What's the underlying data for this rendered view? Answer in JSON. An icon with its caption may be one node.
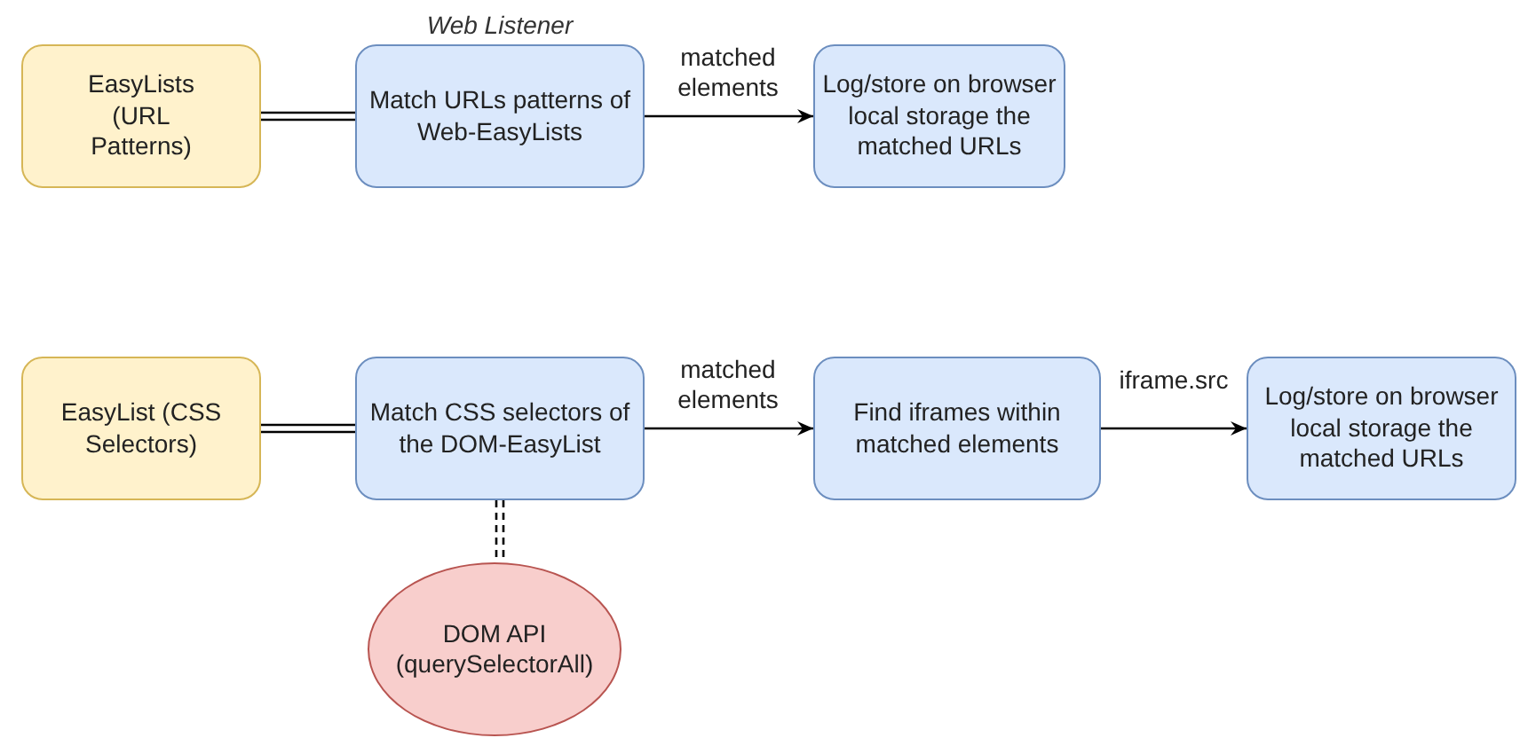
{
  "diagram": {
    "nodes": [
      {
        "text": [
          "EasyLists (URL Patterns)"
        ]
      },
      {
        "text": [
          "Match URLs patterns of Web-EasyLists"
        ],
        "beside": [
          "Web Listener"
        ]
      },
      {
        "text": [
          "Log/store on browser local storage the matched URLs"
        ]
      },
      {
        "text": [
          "EasyList (CSS Selectors)"
        ]
      },
      {
        "text": [
          "Match CSS selectors of the DOM-EasyList"
        ]
      },
      {
        "text": [
          "Find iframes within matched elements"
        ]
      },
      {
        "text": [
          "Log/store on browser local storage the matched URLs"
        ]
      },
      {
        "text": [
          "DOM API (querySelectorAll)"
        ]
      }
    ],
    "edges": [
      {
        "from": 0,
        "to": 1,
        "arrow": "none"
      },
      {
        "from": 1,
        "to": 2,
        "arrow": "to",
        "label": "matched elements"
      },
      {
        "from": 3,
        "to": 4,
        "arrow": "none"
      },
      {
        "from": 4,
        "to": 5,
        "arrow": "to",
        "label": "matched elements"
      },
      {
        "from": 5,
        "to": 6,
        "arrow": "to",
        "label": "iframe.src"
      },
      {
        "from": 4,
        "to": 7,
        "arrow": "none",
        "style": "dashed"
      }
    ]
  }
}
